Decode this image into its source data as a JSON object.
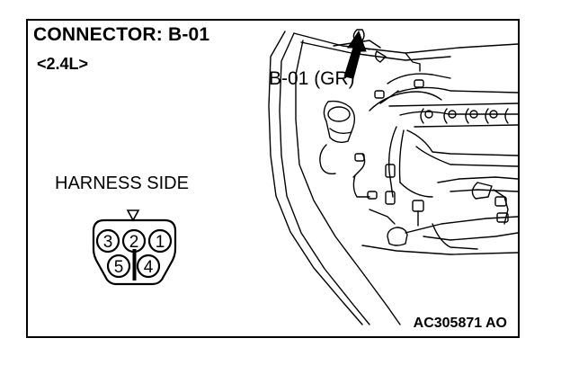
{
  "title": "CONNECTOR: B-01",
  "subtitle": "<2.4L>",
  "harness_label": "HARNESS SIDE",
  "callout_label": "B-01 (GR)",
  "figure_code": "AC305871 AO",
  "connector_pins": {
    "top_row": [
      "3",
      "2",
      "1"
    ],
    "bottom_row": [
      "5",
      "4"
    ]
  }
}
